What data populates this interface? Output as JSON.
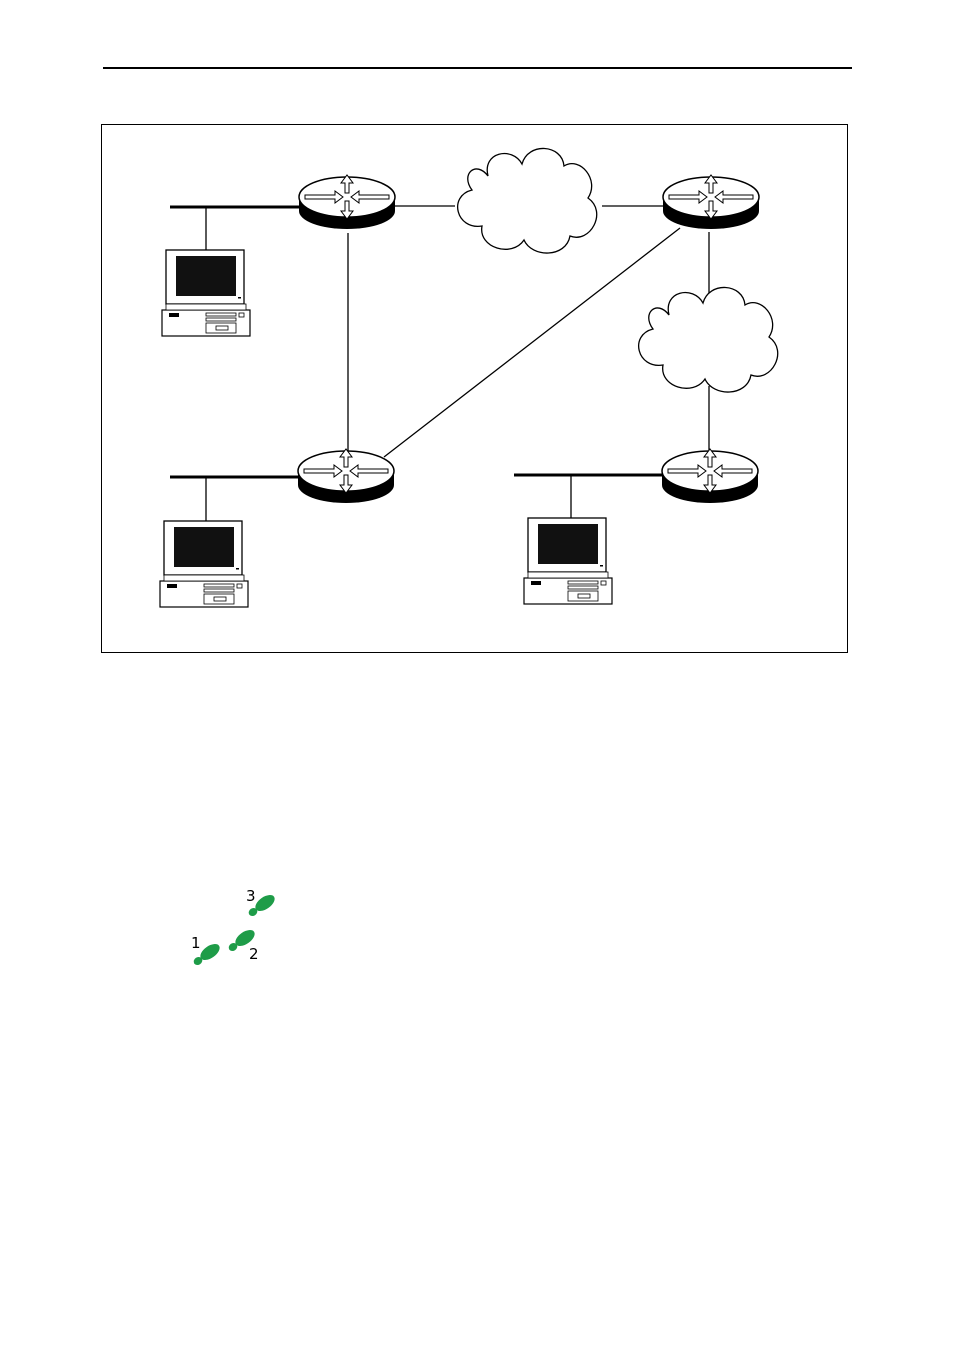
{
  "steps": {
    "labels": [
      "1",
      "2",
      "3"
    ],
    "icon_color": "#1e9c48"
  }
}
